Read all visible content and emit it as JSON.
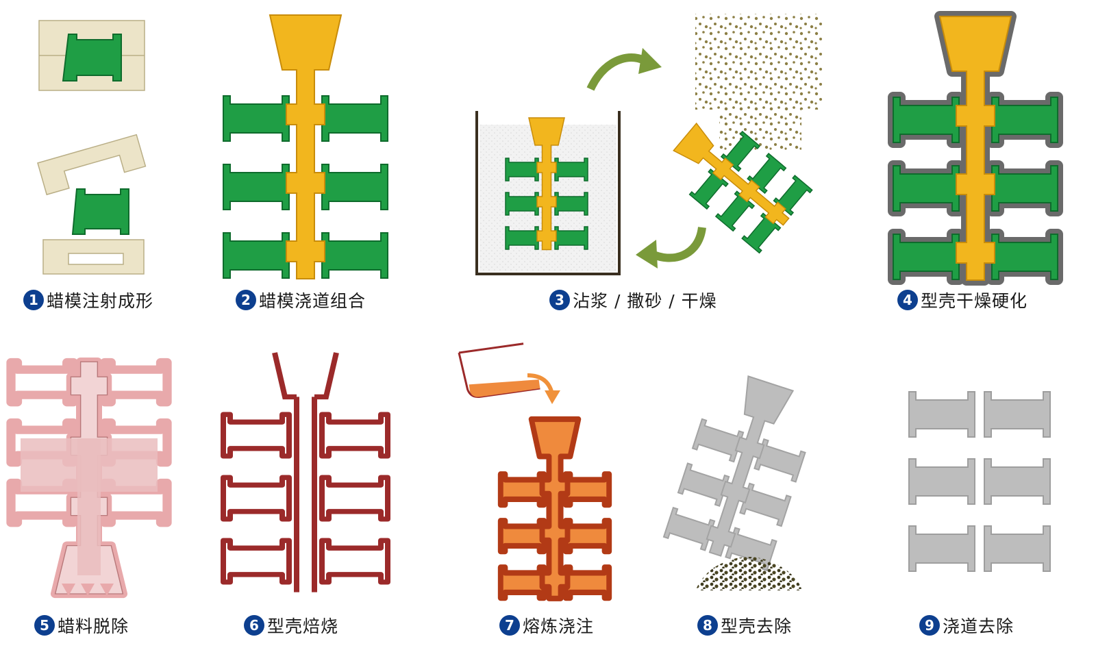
{
  "steps": [
    {
      "number": "1",
      "label": "蜡模注射成形"
    },
    {
      "number": "2",
      "label": "蜡模浇道组合"
    },
    {
      "number": "3",
      "label": "沾浆 / 撒砂 / 干燥"
    },
    {
      "number": "4",
      "label": "型壳干燥硬化"
    },
    {
      "number": "5",
      "label": "蜡料脱除"
    },
    {
      "number": "6",
      "label": "型壳焙烧"
    },
    {
      "number": "7",
      "label": "熔炼浇注"
    },
    {
      "number": "8",
      "label": "型壳去除"
    },
    {
      "number": "9",
      "label": "浇道去除"
    }
  ],
  "colors": {
    "wax_green": "#1f9e45",
    "gating_yellow": "#f2b61e",
    "shell_gray": "#7f7f7f",
    "mold_beige": "#ece4c8",
    "dewax_pink": "#e8a9ab",
    "fired_shell_red": "#9b2a2a",
    "molten_orange": "#ef8a3d",
    "casting_gray": "#bdbdbd",
    "sand_olive": "#8c7f45",
    "arrow_green": "#7a9a3a",
    "badge_blue": "#0d3f8f"
  }
}
